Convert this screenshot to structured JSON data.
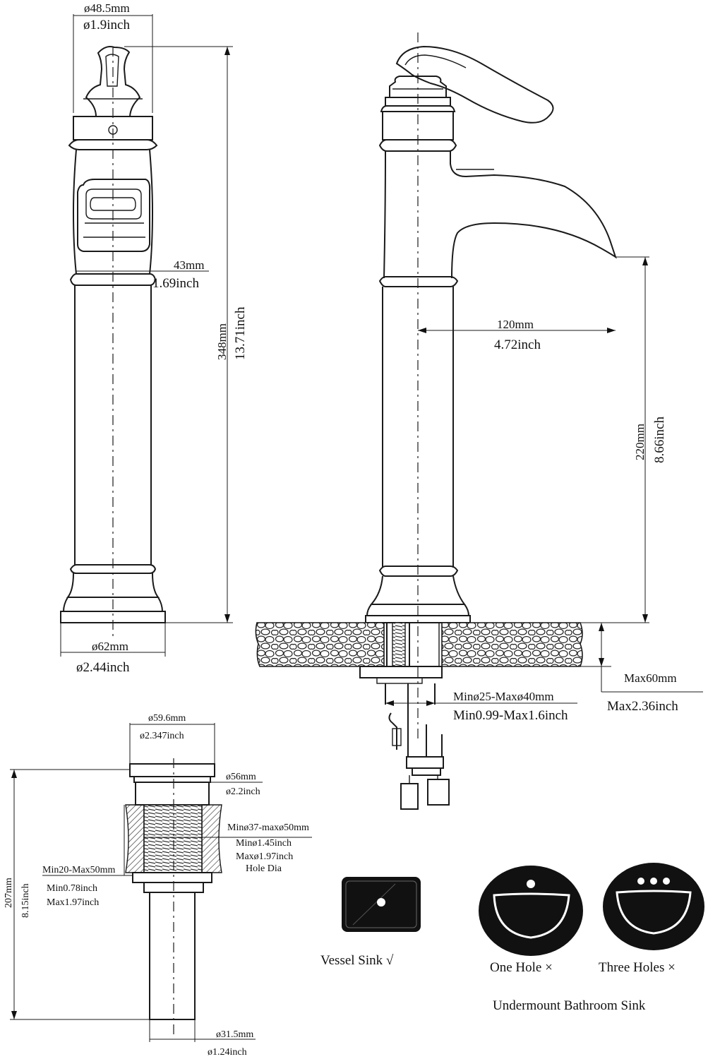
{
  "faucet_front": {
    "top_dia_mm": "ø48.5mm",
    "top_dia_in": "ø1.9inch",
    "body_w_mm": "43mm",
    "body_w_in": "1.69inch",
    "height_mm": "348mm",
    "height_in": "13.71inch",
    "base_dia_mm": "ø62mm",
    "base_dia_in": "ø2.44inch"
  },
  "faucet_side": {
    "reach_mm": "120mm",
    "reach_in": "4.72inch",
    "spout_h_mm": "220mm",
    "spout_h_in": "8.66inch",
    "deck_max_mm": "Max60mm",
    "deck_max_in": "Max2.36inch",
    "hole_mm": "Minø25-Maxø40mm",
    "hole_in": "Min0.99-Max1.6inch"
  },
  "drain": {
    "cap_dia_mm": "ø59.6mm",
    "cap_dia_in": "ø2.347inch",
    "flange_mm": "ø56mm",
    "flange_in": "ø2.2inch",
    "hole_mm": "Minø37-maxø50mm",
    "hole_min_in": "Minø1.45inch",
    "hole_max_in": "Maxø1.97inch",
    "hole_dia": "Hole Dia",
    "thick_mm": "Min20-Max50mm",
    "thick_min_in": "Min0.78inch",
    "thick_max_in": "Max1.97inch",
    "height_mm": "207mm",
    "height_in": "8.15inch",
    "tail_mm": "ø31.5mm",
    "tail_in": "ø1.24inch"
  },
  "sinks": {
    "vessel": "Vessel Sink √",
    "one_hole": "One Hole ×",
    "three_holes": "Three Holes ×",
    "caption": "Undermount Bathroom Sink"
  }
}
